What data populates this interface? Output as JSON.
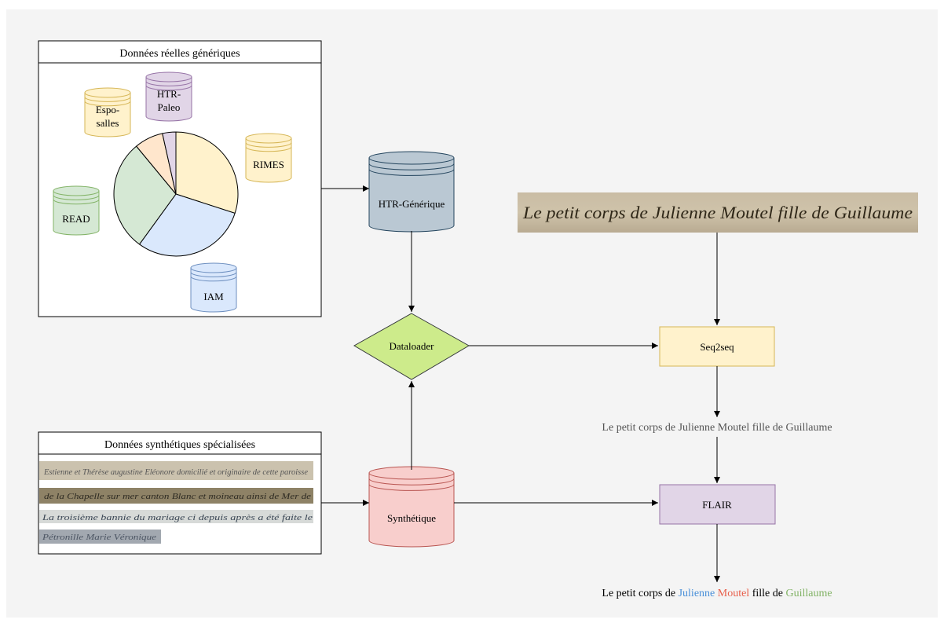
{
  "panels": {
    "real": {
      "title": "Données réelles génériques"
    },
    "synthetic": {
      "title": "Données synthétiques spécialisées"
    }
  },
  "datasets": {
    "esposalles": {
      "line1": "Espo-",
      "line2": "salles",
      "color": "#fff2cc",
      "stroke": "#d6b656"
    },
    "htrpaleo": {
      "line1": "HTR-",
      "line2": "Paleo",
      "color": "#e1d5e7",
      "stroke": "#9673a6"
    },
    "rimes": {
      "label": "RIMES",
      "color": "#fff2cc",
      "stroke": "#d6b656"
    },
    "read": {
      "label": "READ",
      "color": "#d5e8d4",
      "stroke": "#82b366"
    },
    "iam": {
      "label": "IAM",
      "color": "#dae8fc",
      "stroke": "#6c8ebf"
    }
  },
  "pie": {
    "slices": [
      {
        "name": "RIMES",
        "fraction": 0.3,
        "color": "#fff2cc"
      },
      {
        "name": "IAM",
        "fraction": 0.3,
        "color": "#dae8fc"
      },
      {
        "name": "READ",
        "fraction": 0.29,
        "color": "#d5e8d4"
      },
      {
        "name": "Esposalles",
        "fraction": 0.075,
        "color": "#ffe6cc"
      },
      {
        "name": "HTR-Paleo",
        "fraction": 0.035,
        "color": "#e1d5e7"
      }
    ]
  },
  "nodes": {
    "htr_generique": {
      "label": "HTR-Générique",
      "color": "#bac8d3",
      "stroke": "#23445d"
    },
    "synthetique": {
      "label": "Synthétique",
      "color": "#f8cecc",
      "stroke": "#b85450"
    },
    "dataloader": {
      "label": "Dataloader",
      "color": "#cdeb8b",
      "stroke": "#36393d"
    },
    "seq2seq": {
      "label": "Seq2seq",
      "color": "#fff2cc",
      "stroke": "#d6b656"
    },
    "flair": {
      "label": "FLAIR",
      "color": "#e1d5e7",
      "stroke": "#9673a6"
    }
  },
  "handwriting": {
    "main": "Le petit corps de Julienne Moutel fille de Guillaume",
    "samples": [
      "Estienne et Thérèse augustine Eléonore domicilié et originaire de cette paroisse",
      "de la Chapelle sur mer canton Blanc et moineau ainsi de Mer de",
      "La troisième bannie du mariage ci depuis après a été faite le",
      "Pétronille Marie Véronique"
    ]
  },
  "outputs": {
    "seq2seq_text": "Le petit corps de Julienne Moutel fille de Guillaume",
    "flair_text": {
      "t1": "Le petit corps de ",
      "first_name": "Julienne",
      "t2": " ",
      "last_name": "Moutel",
      "t3": " fille de ",
      "father": "Guillaume",
      "colors": {
        "first_name": "#4a90d9",
        "last_name": "#e8604c",
        "father": "#82b366"
      }
    }
  }
}
